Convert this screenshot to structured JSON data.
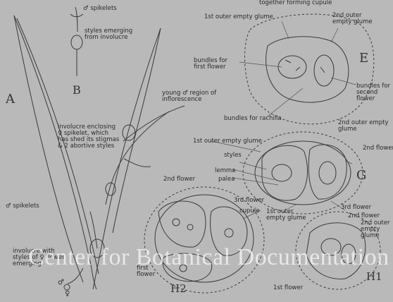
{
  "figure_letters": {
    "A": "A",
    "B": "B",
    "E": "E",
    "G": "G",
    "H1": "H1",
    "H2": "H2"
  },
  "labels": {
    "together_forming_cupule": "together forming cupule",
    "male_spikelets_top": "♂ spikelets",
    "styles_emerging": "styles emerging from involucre",
    "outer_empty_glume_1st_E": "1st outer empty glume",
    "outer_empty_glume_2nd_E": "2nd outer empty glume",
    "bundles_first_flower": "bundles for first flower",
    "bundles_second_flower": "bundles for second flower",
    "bundles_rachilla": "bundles for rachilla",
    "young_male_region": "young ♂ region of inflorescence",
    "involucre_enclosing": "involucre enclosing ♀ spikelet, which has shed its stigmas & 2 abortive styles",
    "outer_empty_glume_1st_G": "1st outer empty glume",
    "styles_G": "styles",
    "lemma_G": "lemma",
    "palea_G": "palea",
    "outer_empty_glume_2nd_G": "2nd outer empty glume",
    "flower_2nd_G": "2nd flower",
    "flower_2nd_H2": "2nd flower",
    "flower_3rd": "3rd flower",
    "cupule": "cupule",
    "outer_empty_glume_1st_H1": "1st outer empty glume",
    "flower_3rd_H1": "3rd flower",
    "flower_2nd_H1": "2nd flower",
    "outer_empty_glume_2nd_H1": "2nd outer empty glume",
    "first_flower_H2": "first flower",
    "flower_1st_H1": "1st flower",
    "male_spikelets_mid": "♂ spikelets",
    "involucre_with": "involucre with styles of ♀ flower emerging",
    "male_sym": "♂",
    "female_sym": "♀"
  },
  "watermark": "Center for Botanical Documentation",
  "colors": {
    "background": "#b9b9b9",
    "ink": "#2a2a2a",
    "watermark": "#fafafa"
  }
}
